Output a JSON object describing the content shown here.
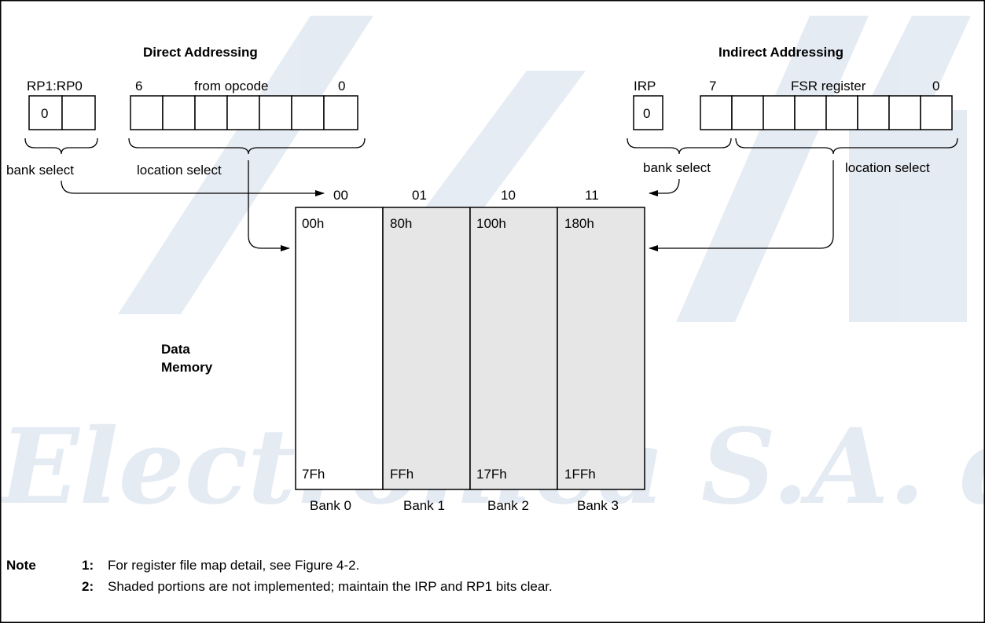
{
  "watermark": "Electrónica S.A. de C.V.",
  "direct": {
    "title": "Direct Addressing",
    "rp_label": "RP1:RP0",
    "rp_bits": [
      "0",
      ""
    ],
    "bit_high": "6",
    "opcode_label": "from opcode",
    "bit_low": "0",
    "bank_select": "bank select",
    "location_select": "location select"
  },
  "indirect": {
    "title": "Indirect Addressing",
    "irp_label": "IRP",
    "irp_bit": "0",
    "bit_high": "7",
    "fsr_label": "FSR register",
    "bit_low": "0",
    "bank_select": "bank select",
    "location_select": "location select"
  },
  "memory": {
    "label_line1": "Data",
    "label_line2": "Memory",
    "banks": [
      {
        "code": "00",
        "start": "00h",
        "end": "7Fh",
        "name": "Bank 0",
        "shaded": false
      },
      {
        "code": "01",
        "start": "80h",
        "end": "FFh",
        "name": "Bank 1",
        "shaded": true
      },
      {
        "code": "10",
        "start": "100h",
        "end": "17Fh",
        "name": "Bank 2",
        "shaded": true
      },
      {
        "code": "11",
        "start": "180h",
        "end": "1FFh",
        "name": "Bank 3",
        "shaded": true
      }
    ],
    "shade_color": "#e6e6e6"
  },
  "notes": {
    "prefix": "Note",
    "items": [
      {
        "num": "1:",
        "text": "For register file map detail, see Figure 4-2."
      },
      {
        "num": "2:",
        "text": "Shaded portions are not implemented; maintain the IRP and RP1 bits clear."
      }
    ]
  }
}
